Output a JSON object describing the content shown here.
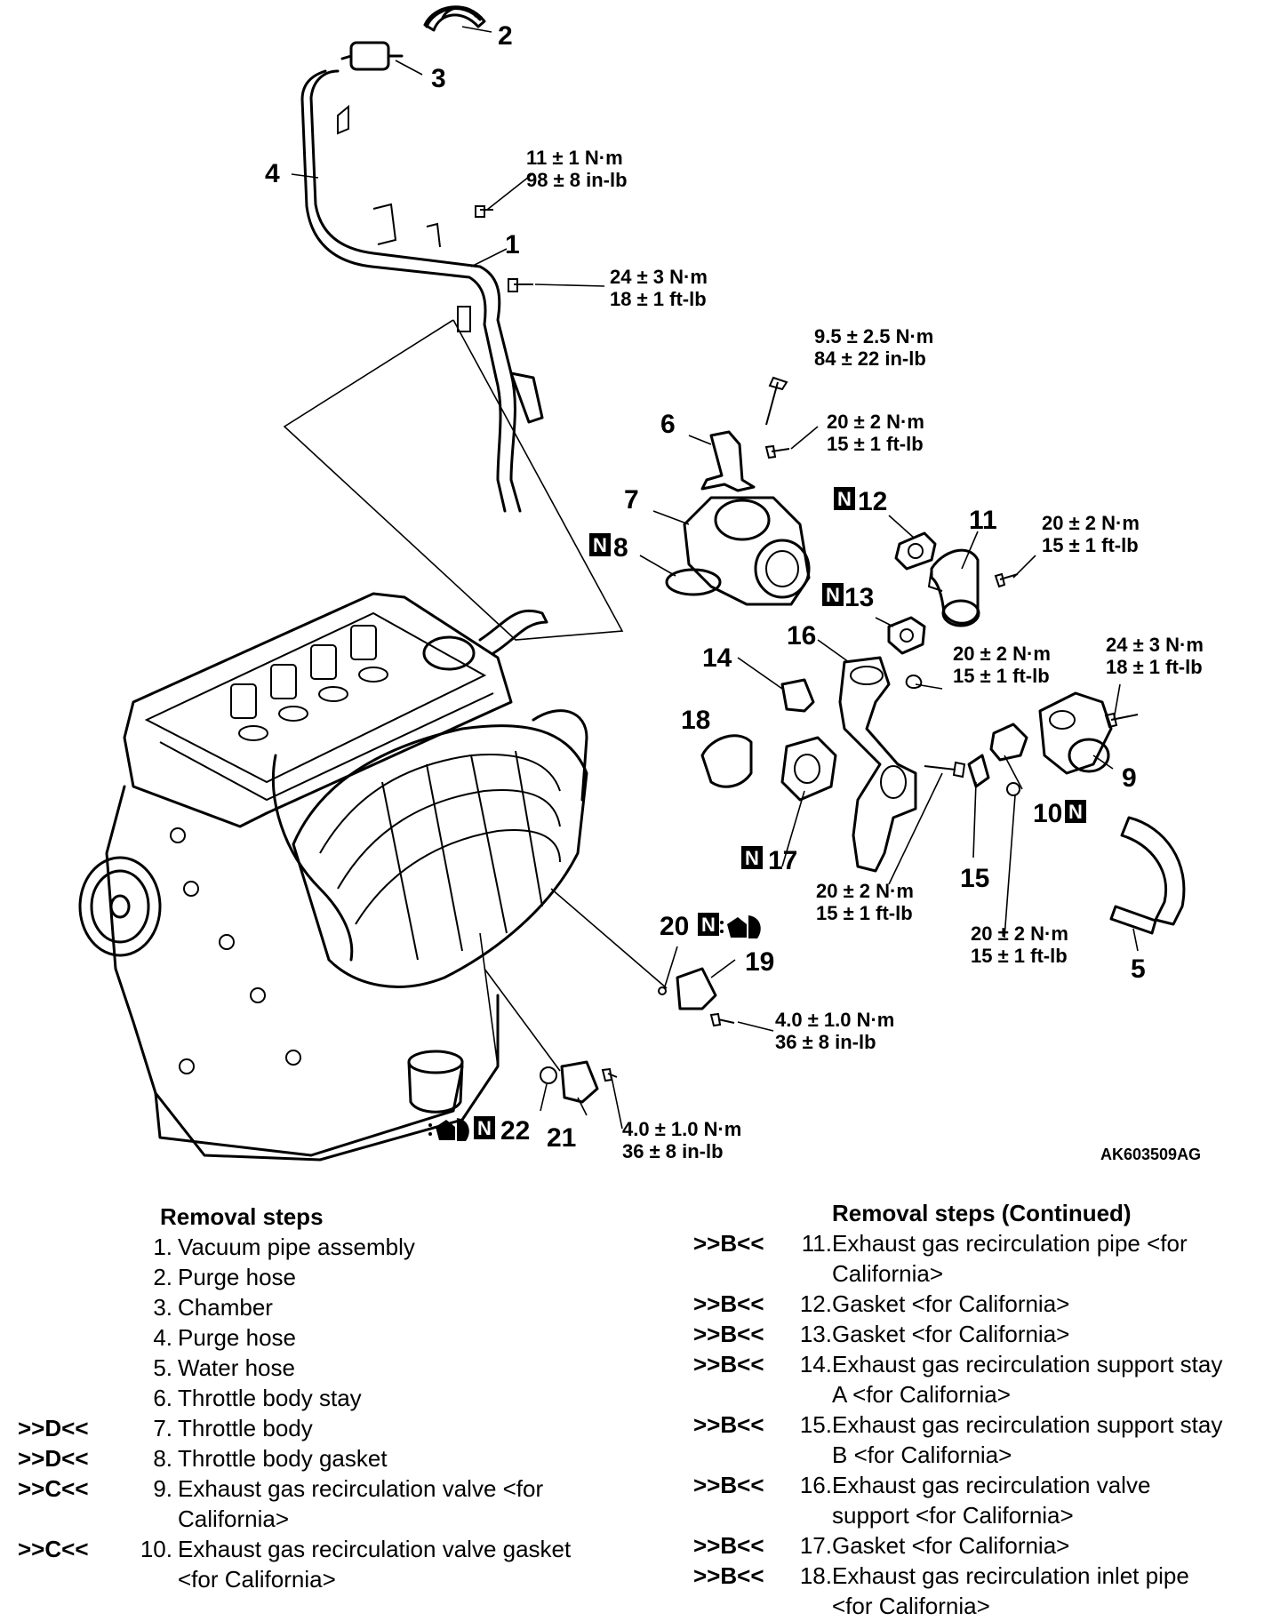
{
  "diagram": {
    "figure_id": "AK603509AG",
    "callouts": {
      "c1": "1",
      "c2": "2",
      "c3": "3",
      "c4": "4",
      "c5": "5",
      "c6": "6",
      "c7": "7",
      "c8": "8",
      "c9": "9",
      "c10": "10",
      "c11": "11",
      "c12": "12",
      "c13": "13",
      "c14": "14",
      "c15": "15",
      "c16": "16",
      "c17": "17",
      "c18": "18",
      "c19": "19",
      "c20": "20",
      "c21": "21",
      "c22": "22"
    },
    "new_part_mark": "N",
    "torques": {
      "t1": {
        "metric": "11 ± 1 N·m",
        "imperial": "98 ± 8 in-lb"
      },
      "t2": {
        "metric": "24 ± 3 N·m",
        "imperial": "18 ± 1 ft-lb"
      },
      "t3": {
        "metric": "9.5 ± 2.5 N·m",
        "imperial": "84 ± 22 in-lb"
      },
      "t4": {
        "metric": "20 ± 2 N·m",
        "imperial": "15 ± 1 ft-lb"
      },
      "t5": {
        "metric": "20 ± 2 N·m",
        "imperial": "15 ± 1 ft-lb"
      },
      "t6": {
        "metric": "20 ± 2 N·m",
        "imperial": "15 ± 1 ft-lb"
      },
      "t7": {
        "metric": "24 ± 3 N·m",
        "imperial": "18 ± 1 ft-lb"
      },
      "t8": {
        "metric": "20 ± 2 N·m",
        "imperial": "15 ± 1 ft-lb"
      },
      "t9": {
        "metric": "20 ± 2 N·m",
        "imperial": "15 ± 1 ft-lb"
      },
      "t10": {
        "metric": "4.0 ± 1.0 N·m",
        "imperial": "36 ± 8 in-lb"
      },
      "t11": {
        "metric": "4.0 ± 1.0 N·m",
        "imperial": "36 ± 8 in-lb"
      }
    }
  },
  "removal_steps": {
    "heading": "Removal steps",
    "items": [
      {
        "mark": "",
        "num": "1.",
        "text": "Vacuum pipe assembly"
      },
      {
        "mark": "",
        "num": "2.",
        "text": "Purge hose"
      },
      {
        "mark": "",
        "num": "3.",
        "text": "Chamber"
      },
      {
        "mark": "",
        "num": "4.",
        "text": "Purge hose"
      },
      {
        "mark": "",
        "num": "5.",
        "text": "Water hose"
      },
      {
        "mark": "",
        "num": "6.",
        "text": "Throttle body stay"
      },
      {
        "mark": ">>D<<",
        "num": "7.",
        "text": "Throttle body"
      },
      {
        "mark": ">>D<<",
        "num": "8.",
        "text": "Throttle body gasket"
      },
      {
        "mark": ">>C<<",
        "num": "9.",
        "text": "Exhaust gas recirculation valve <for",
        "cont": "California>"
      },
      {
        "mark": ">>C<<",
        "num": "10.",
        "text": "Exhaust gas recirculation valve gasket",
        "cont": "<for California>"
      }
    ]
  },
  "removal_steps_continued": {
    "heading": "Removal steps (Continued)",
    "items": [
      {
        "mark": ">>B<<",
        "num": "11.",
        "text": "Exhaust gas recirculation pipe <for",
        "cont": "California>"
      },
      {
        "mark": ">>B<<",
        "num": "12.",
        "text": "Gasket <for California>"
      },
      {
        "mark": ">>B<<",
        "num": "13.",
        "text": "Gasket <for California>"
      },
      {
        "mark": ">>B<<",
        "num": "14.",
        "text": "Exhaust gas recirculation support stay",
        "cont": "A <for California>"
      },
      {
        "mark": ">>B<<",
        "num": "15.",
        "text": "Exhaust gas recirculation support stay",
        "cont": "B <for California>"
      },
      {
        "mark": ">>B<<",
        "num": "16.",
        "text": "Exhaust gas recirculation valve",
        "cont": "support <for California>"
      },
      {
        "mark": ">>B<<",
        "num": "17.",
        "text": "Gasket <for California>"
      },
      {
        "mark": ">>B<<",
        "num": "18.",
        "text": "Exhaust gas recirculation inlet pipe",
        "cont": "<for California>"
      }
    ]
  }
}
